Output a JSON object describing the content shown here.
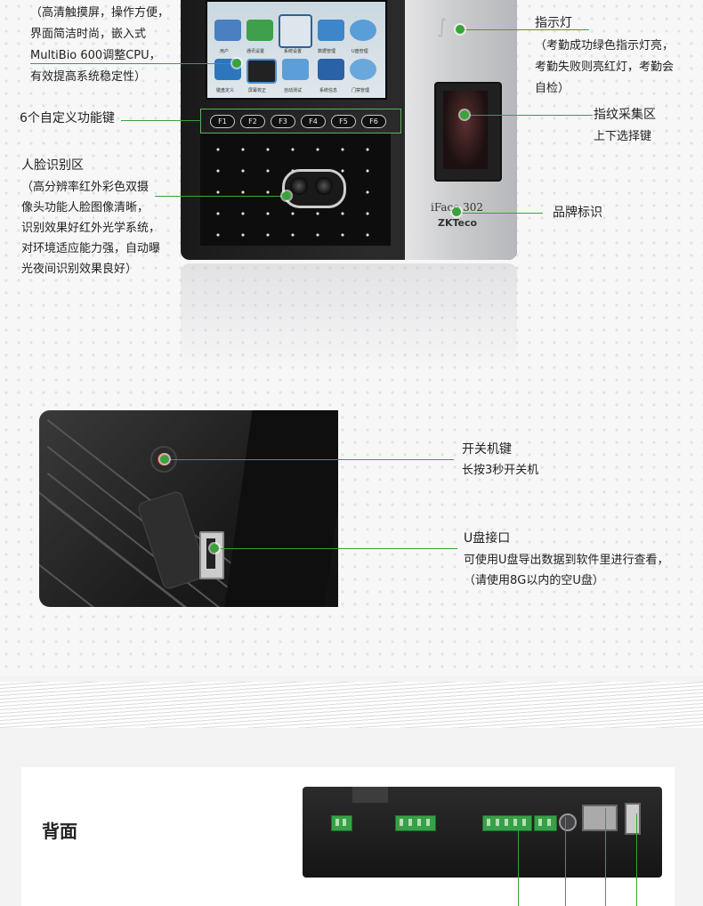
{
  "front": {
    "touchscreen": {
      "lines": [
        "（高清触摸屏，操作方便，",
        "界面简洁时尚，嵌入式",
        "MultiBio 600调整CPU，",
        "有效提高系统稳定性）"
      ]
    },
    "function_keys": {
      "title": "6个自定义功能键",
      "keys": [
        "F1",
        "F2",
        "F3",
        "F4",
        "F5",
        "F6"
      ]
    },
    "face_area": {
      "title": "人脸识别区",
      "lines": [
        "（高分辨率红外彩色双摄",
        "像头功能人脸图像清晰，",
        "识别效果好红外光学系统，",
        "对环境适应能力强，自动曝",
        "光夜间识别效果良好）"
      ]
    },
    "indicator": {
      "title": "指示灯",
      "lines": [
        "（考勤成功绿色指示灯亮，",
        "考勤失败则亮红灯，考勤会",
        "自检）"
      ]
    },
    "fingerprint": {
      "title": "指纹采集区",
      "subtitle": "上下选择键"
    },
    "brand": {
      "title": "品牌标识",
      "logo_model": "iFace 302",
      "logo_company": "ZKTeco"
    },
    "screen_apps": [
      "用户",
      "通讯设置",
      "系统设置",
      "数据管理",
      "U盘管理",
      "键盘定义",
      "屏幕校正",
      "自动测试",
      "系统信息",
      "门禁管理"
    ]
  },
  "side": {
    "power": {
      "title": "开关机键",
      "subtitle": "长按3秒开关机"
    },
    "usb": {
      "title": "U盘接口",
      "lines": [
        "可使用U盘导出数据到软件里进行查看，",
        "（请使用8G以内的空U盘）"
      ]
    }
  },
  "back": {
    "title": "背面"
  },
  "colors": {
    "accent": "#3aa23a"
  }
}
